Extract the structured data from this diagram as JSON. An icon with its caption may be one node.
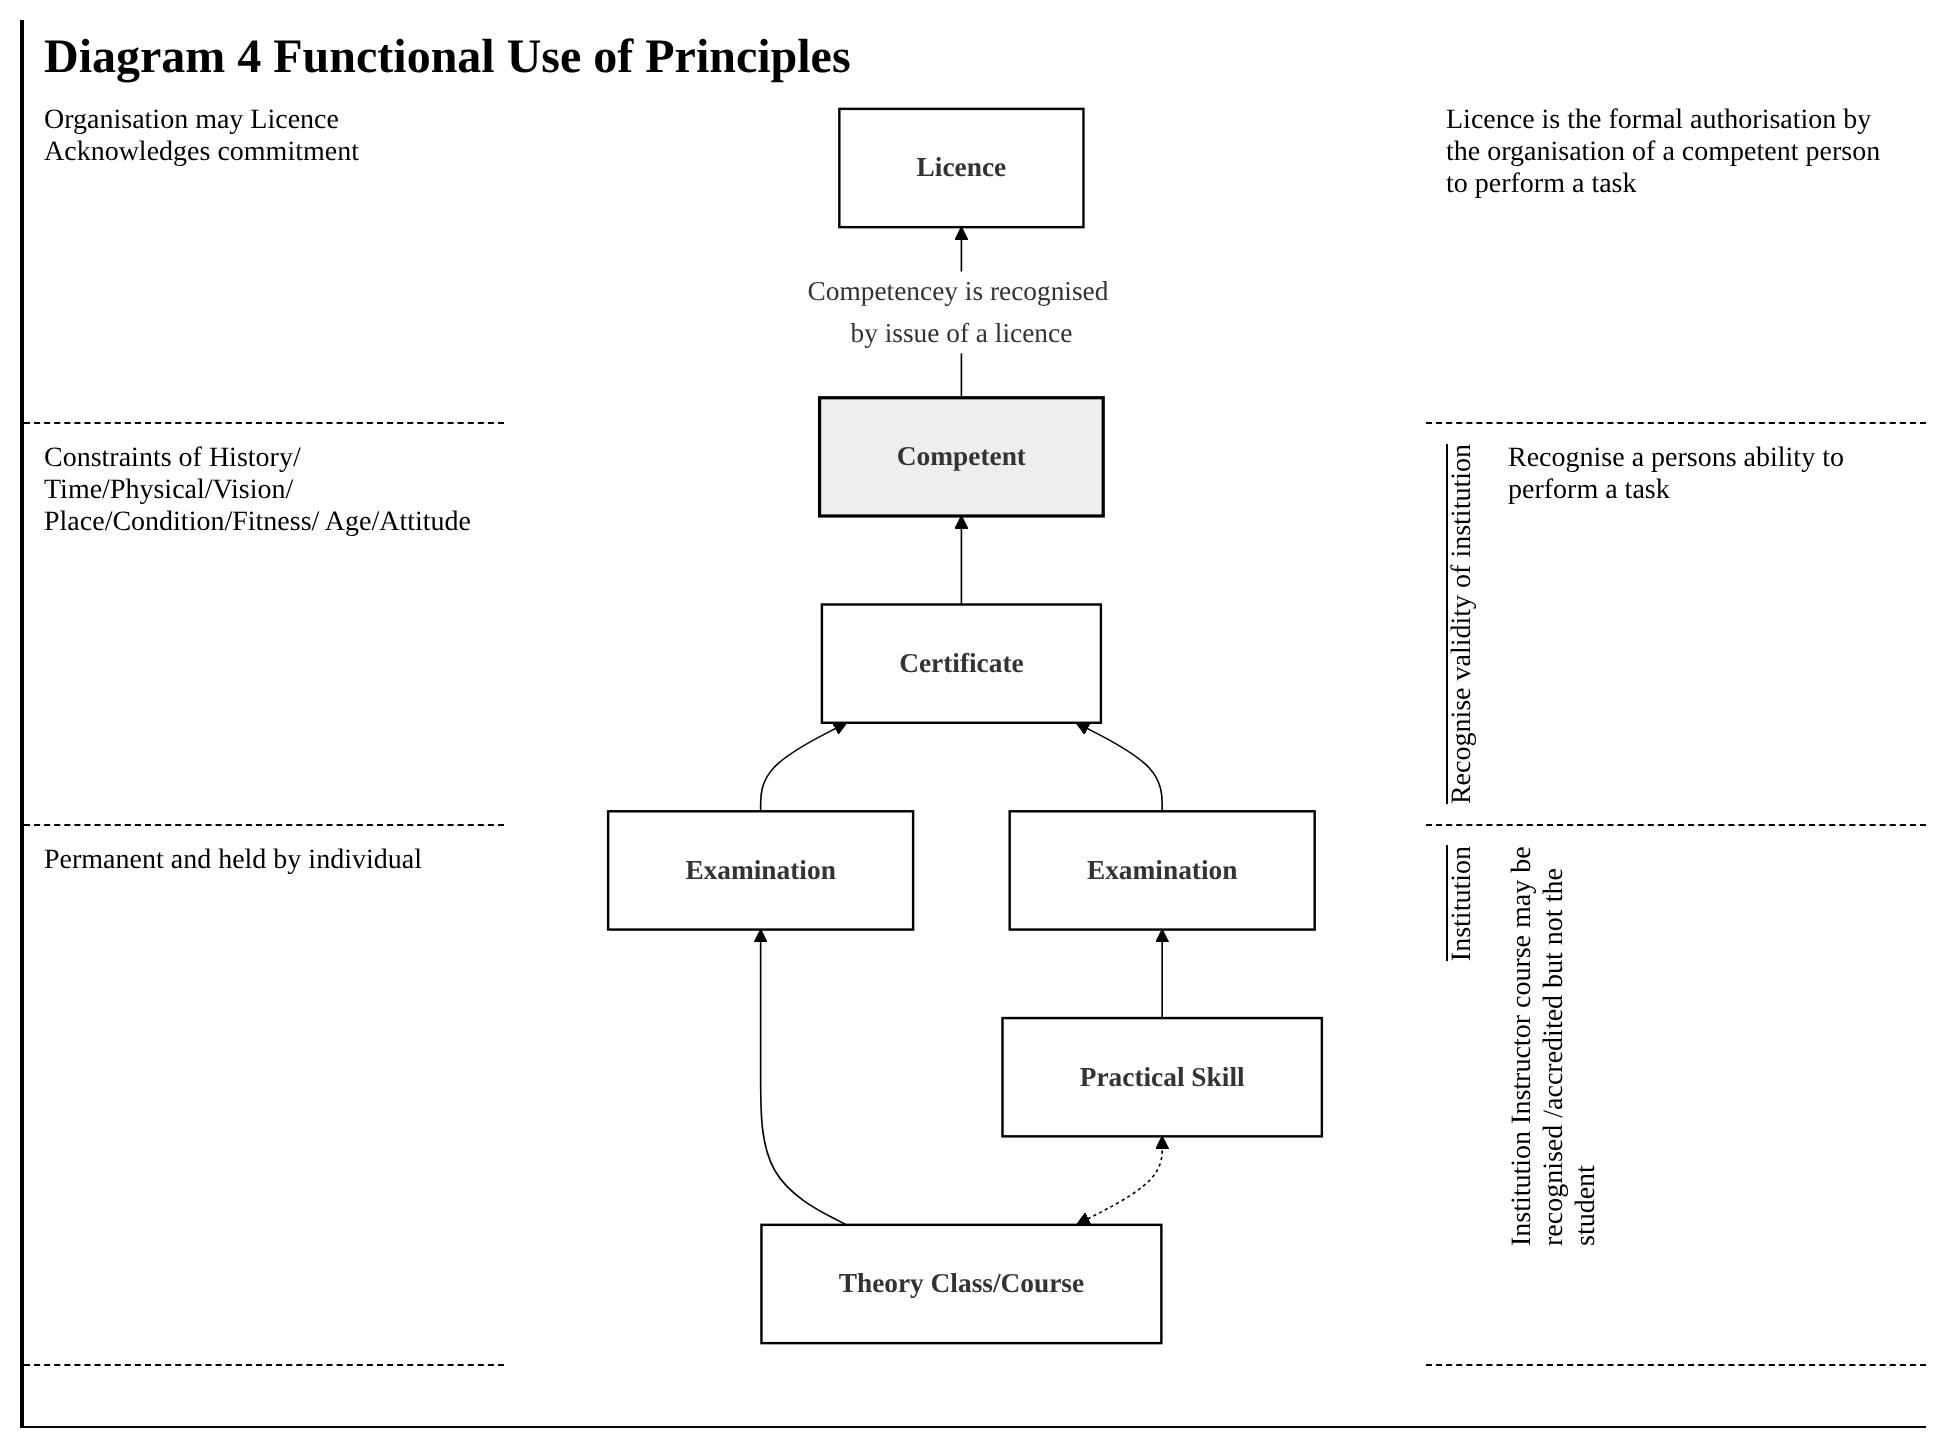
{
  "diagram": {
    "title": "Diagram 4  Functional Use of Principles",
    "nodes": [
      {
        "text": [
          "Licence"
        ]
      },
      {
        "text": [
          "Competent"
        ]
      },
      {
        "text": [
          "Certificate"
        ]
      },
      {
        "text": [
          "Examination"
        ]
      },
      {
        "text": [
          "Examination"
        ]
      },
      {
        "text": [
          "Theory Class/Course"
        ]
      },
      {
        "text": [
          "Practical Skill"
        ]
      }
    ],
    "edges": [
      {
        "from": 1,
        "to": 0,
        "arrow": "to",
        "label": "Competencey is recognised by issue of a licence"
      },
      {
        "from": 2,
        "to": 1,
        "arrow": "to"
      },
      {
        "from": 3,
        "to": 2,
        "arrow": "to"
      },
      {
        "from": 4,
        "to": 2,
        "arrow": "to"
      },
      {
        "from": 5,
        "to": 3,
        "arrow": "to"
      },
      {
        "from": 6,
        "to": 4,
        "arrow": "to"
      },
      {
        "from": 5,
        "to": 6,
        "arrow": "both",
        "style": "dashed"
      }
    ],
    "labels": [
      "Organisation may Licence Acknowledges commitment",
      "Licence is the formal authorisation by the organisation of a competent person to perform a task",
      "Constraints of History/ Time/Physical/Vision/ Place/Condition/Fitness/ Age/Attitude",
      "Recognise validity of institution",
      "Recognise a persons ability to perform a task",
      "Permanent and held by individual",
      "Institution",
      "Institution Instructor course may be recognised /accredited but not the student"
    ]
  }
}
